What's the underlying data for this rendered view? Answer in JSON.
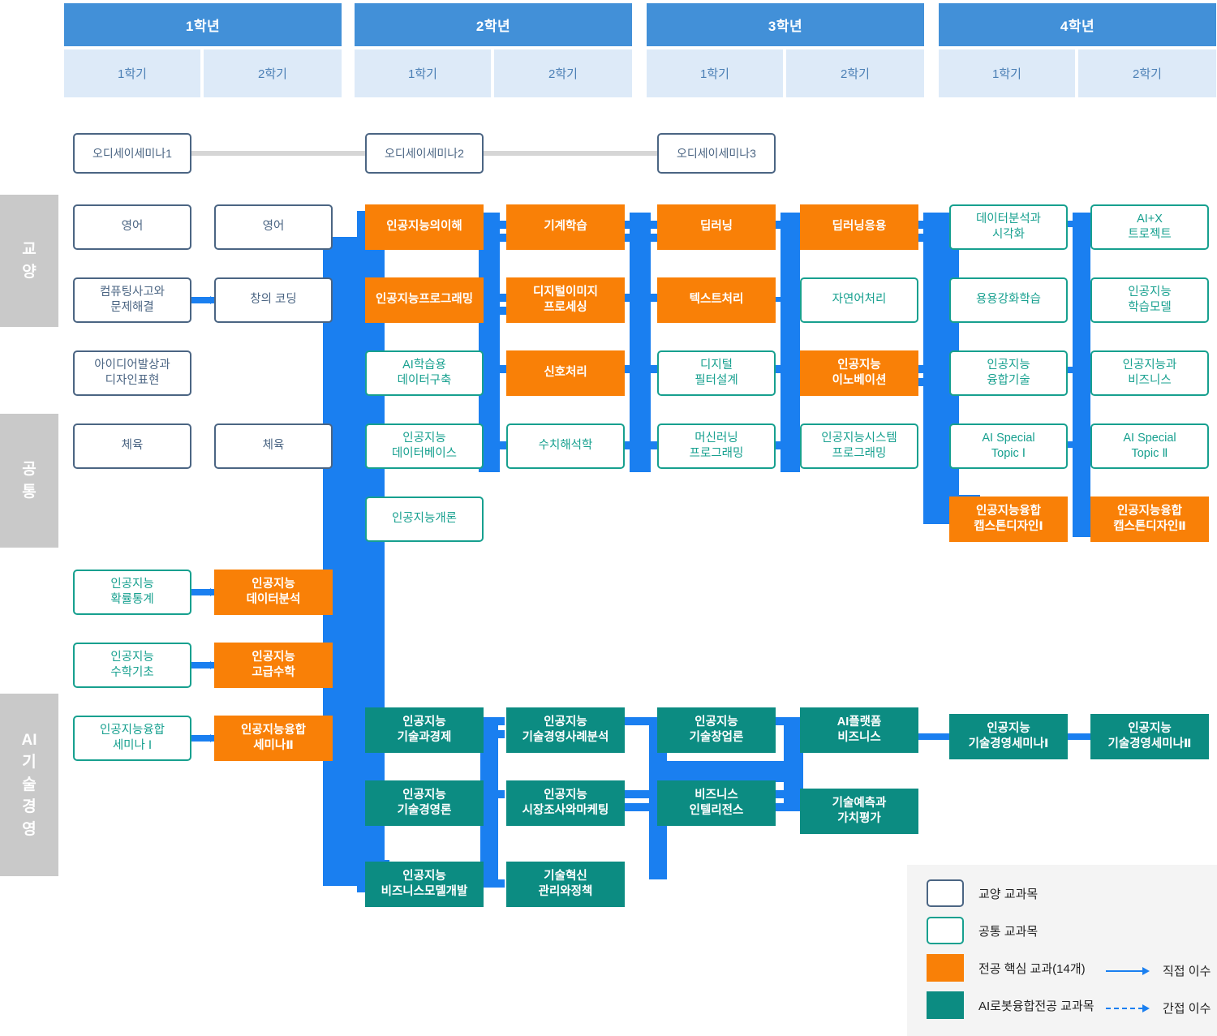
{
  "header": {
    "years": [
      {
        "label": "1학년",
        "semesters": [
          "1학기",
          "2학기"
        ]
      },
      {
        "label": "2학년",
        "semesters": [
          "1학기",
          "2학기"
        ]
      },
      {
        "label": "3학년",
        "semesters": [
          "1학기",
          "2학기"
        ]
      },
      {
        "label": "4학년",
        "semesters": [
          "1학기",
          "2학기"
        ]
      }
    ]
  },
  "categories": [
    {
      "name": "교양",
      "label": "교\n양"
    },
    {
      "name": "공통",
      "label": "공\n통"
    },
    {
      "name": "AI기술경영",
      "label": "AI\n기\n술\n경\n영"
    }
  ],
  "odyssey": [
    {
      "label": "오디세이세미나1"
    },
    {
      "label": "오디세이세미나2"
    },
    {
      "label": "오디세이세미나3"
    }
  ],
  "courses": {
    "y1s1": [
      {
        "label": "영어",
        "type": "gyoyang"
      },
      {
        "label": "컴퓨팅사고와\n문제해결",
        "type": "gyoyang"
      },
      {
        "label": "아이디어발상과\n디자인표현",
        "type": "gyoyang"
      },
      {
        "label": "체육",
        "type": "gyoyang"
      },
      {
        "label": "인공지능\n확률통계",
        "type": "gongtong"
      },
      {
        "label": "인공지능\n수학기초",
        "type": "gongtong"
      },
      {
        "label": "인공지능융합\n세미나 Ⅰ",
        "type": "gongtong"
      }
    ],
    "y1s2": [
      {
        "label": "영어",
        "type": "gyoyang"
      },
      {
        "label": "창의 코딩",
        "type": "gyoyang"
      },
      {
        "label": "체육",
        "type": "gyoyang"
      },
      {
        "label": "인공지능\n데이터분석",
        "type": "core"
      },
      {
        "label": "인공지능\n고급수학",
        "type": "core"
      },
      {
        "label": "인공지능융합\n세미나Ⅱ",
        "type": "core"
      }
    ],
    "y2s1": [
      {
        "label": "인공지능의이해",
        "type": "core"
      },
      {
        "label": "인공지능프로그래밍",
        "type": "core"
      },
      {
        "label": "AI학습용\n데이터구축",
        "type": "gongtong"
      },
      {
        "label": "인공지능\n데이터베이스",
        "type": "gongtong"
      },
      {
        "label": "인공지능개론",
        "type": "gongtong"
      },
      {
        "label": "인공지능\n기술과경제",
        "type": "ai"
      },
      {
        "label": "인공지능\n기술경영론",
        "type": "ai"
      },
      {
        "label": "인공지능\n비즈니스모델개발",
        "type": "ai"
      }
    ],
    "y2s2": [
      {
        "label": "기계학습",
        "type": "core"
      },
      {
        "label": "디지털이미지\n프로세싱",
        "type": "core"
      },
      {
        "label": "신호처리",
        "type": "core"
      },
      {
        "label": "수치해석학",
        "type": "gongtong"
      },
      {
        "label": "인공지능\n기술경영사례분석",
        "type": "ai"
      },
      {
        "label": "인공지능\n시장조사와마케팅",
        "type": "ai"
      },
      {
        "label": "기술혁신\n관리와정책",
        "type": "ai"
      }
    ],
    "y3s1": [
      {
        "label": "딥러닝",
        "type": "core"
      },
      {
        "label": "텍스트처리",
        "type": "core"
      },
      {
        "label": "디지털\n필터설계",
        "type": "gongtong"
      },
      {
        "label": "머신러닝\n프로그래밍",
        "type": "gongtong"
      },
      {
        "label": "인공지능\n기술창업론",
        "type": "ai"
      },
      {
        "label": "비즈니스\n인텔리전스",
        "type": "ai"
      }
    ],
    "y3s2": [
      {
        "label": "딥러닝응용",
        "type": "core"
      },
      {
        "label": "자연어처리",
        "type": "gongtong"
      },
      {
        "label": "인공지능\n이노베이션",
        "type": "core"
      },
      {
        "label": "인공지능시스템\n프로그래밍",
        "type": "gongtong"
      },
      {
        "label": "AI플랫폼\n비즈니스",
        "type": "ai"
      },
      {
        "label": "기술예측과\n가치평가",
        "type": "ai"
      }
    ],
    "y4s1": [
      {
        "label": "데이터분석과\n시각화",
        "type": "gongtong"
      },
      {
        "label": "용용강화학습",
        "type": "gongtong"
      },
      {
        "label": "인공지능\n융합기술",
        "type": "gongtong"
      },
      {
        "label": "AI Special\nTopic Ⅰ",
        "type": "gongtong"
      },
      {
        "label": "인공지능융합\n캡스톤디자인Ⅰ",
        "type": "core"
      },
      {
        "label": "인공지능\n기술경영세미나Ⅰ",
        "type": "ai"
      }
    ],
    "y4s2": [
      {
        "label": "AI+X\n트로젝트",
        "type": "gongtong"
      },
      {
        "label": "인공지능\n학습모델",
        "type": "gongtong"
      },
      {
        "label": "인공지능과\n비즈니스",
        "type": "gongtong"
      },
      {
        "label": "AI Special\nTopic Ⅱ",
        "type": "gongtong"
      },
      {
        "label": "인공지능융합\n캡스톤디자인Ⅱ",
        "type": "core"
      },
      {
        "label": "인공지능\n기술경영세미나Ⅱ",
        "type": "ai"
      }
    ]
  },
  "legend": {
    "items": [
      {
        "swatch": "w-dark",
        "label": "교양 교과목"
      },
      {
        "swatch": "w-teal",
        "label": "공통 교과목"
      },
      {
        "swatch": "orange",
        "label": "전공 핵심 교과(14개)"
      },
      {
        "swatch": "teal",
        "label": "AI로봇융합전공 교과목"
      }
    ],
    "arrows": [
      {
        "style": "solid",
        "label": "직접 이수"
      },
      {
        "style": "dashed",
        "label": "간접 이수"
      }
    ]
  },
  "colors": {
    "year_header": "#4290d8",
    "semester_header": "#ddeaf8",
    "category_band": "#c9c9c9",
    "core": "#f98007",
    "ai_major": "#0c8c82",
    "gongtong_border": "#17a08f",
    "gyoyang_border": "#4b6583",
    "connector": "#1a7ff0",
    "odyssey_connector": "#d6d6d6"
  }
}
